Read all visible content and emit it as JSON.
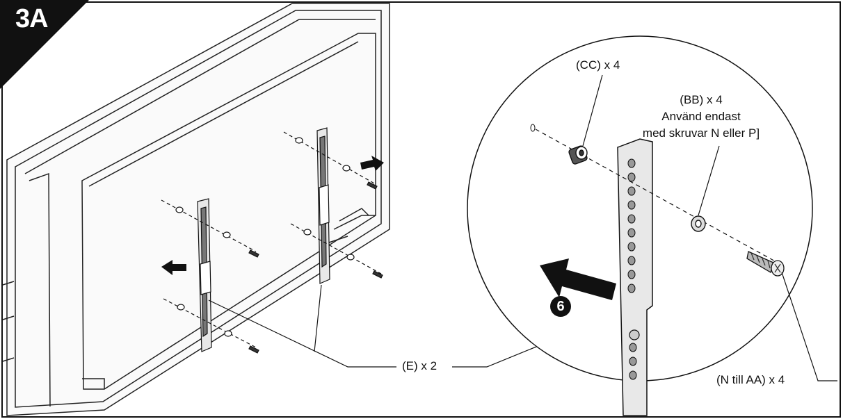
{
  "step": {
    "label": "3A"
  },
  "labels": {
    "cc": "(CC) x 4",
    "bb_line1": "(BB) x 4",
    "bb_line2": "Använd endast",
    "bb_line3": "med skruvar N eller P]",
    "e": "(E) x 2",
    "n": "(N till AA) x 4"
  },
  "callout": {
    "number": "6"
  },
  "colors": {
    "ink": "#111111",
    "paper": "#ffffff",
    "bracket_fill": "#e8e8e8"
  }
}
